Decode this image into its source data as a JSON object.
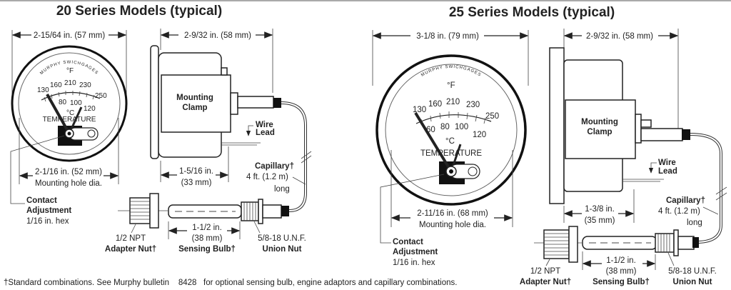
{
  "left": {
    "title": "20 Series Models (typical)",
    "dial": {
      "brand": "MURPHY SWICHGAGES",
      "unit_f": "°F",
      "unit_c": "°C",
      "name": "TEMPERATURE",
      "f_ticks": [
        "130",
        "160",
        "210",
        "230",
        "250"
      ],
      "c_ticks": [
        "80",
        "100",
        "120"
      ]
    },
    "overall_width": "2-15/64 in. (57 mm)",
    "depth": "2-9/32 in. (58  mm)",
    "mounting_hole": "2-1/16 in. (52 mm)",
    "mounting_hole_label": "Mounting hole dia.",
    "contact": [
      "Contact",
      "Adjustment",
      "1/16 in. hex"
    ],
    "clamp": [
      "Mounting",
      "Clamp"
    ],
    "wire": [
      "Wire",
      "Lead"
    ],
    "clamp_depth": [
      "1-5/16 in.",
      "(33 mm)"
    ],
    "capillary": [
      "Capillary†",
      "4 ft. (1.2 m)",
      "long"
    ],
    "bulb": [
      "1-1/2 in.",
      "(38 mm)",
      "Sensing Bulb†"
    ],
    "adapter": [
      "1/2 NPT",
      "Adapter Nut†"
    ],
    "union": [
      "5/8-18 U.N.F.",
      "Union Nut"
    ]
  },
  "right": {
    "title": "25 Series Models (typical)",
    "dial": {
      "brand": "MURPHY SWICHGAGES",
      "unit_f": "°F",
      "unit_c": "°C",
      "name": "TEMPERATURE",
      "f_ticks": [
        "130",
        "160",
        "210",
        "230",
        "250"
      ],
      "c_ticks": [
        "60",
        "80",
        "100",
        "120"
      ]
    },
    "overall_width": "3-1/8 in. (79 mm)",
    "depth": "2-9/32 in. (58 mm)",
    "mounting_hole": "2-11/16 in. (68 mm)",
    "mounting_hole_label": "Mounting hole dia.",
    "contact": [
      "Contact",
      "Adjustment",
      "1/16 in. hex"
    ],
    "clamp": [
      "Mounting",
      "Clamp"
    ],
    "wire": [
      "Wire",
      "Lead"
    ],
    "clamp_depth": [
      "1-3/8 in.",
      "(35 mm)"
    ],
    "capillary": [
      "Capillary†",
      "4 ft. (1.2 m)",
      "long"
    ],
    "bulb": [
      "1-1/2 in.",
      "(38 mm)",
      "Sensing Bulb†"
    ],
    "adapter": [
      "1/2 NPT",
      "Adapter Nut†"
    ],
    "union": [
      "5/8-18 U.N.F.",
      "Union Nut"
    ]
  },
  "footnote": "†Standard combinations. See Murphy bulletin    8428   for optional sensing bulb, engine adaptors and capillary combinations."
}
